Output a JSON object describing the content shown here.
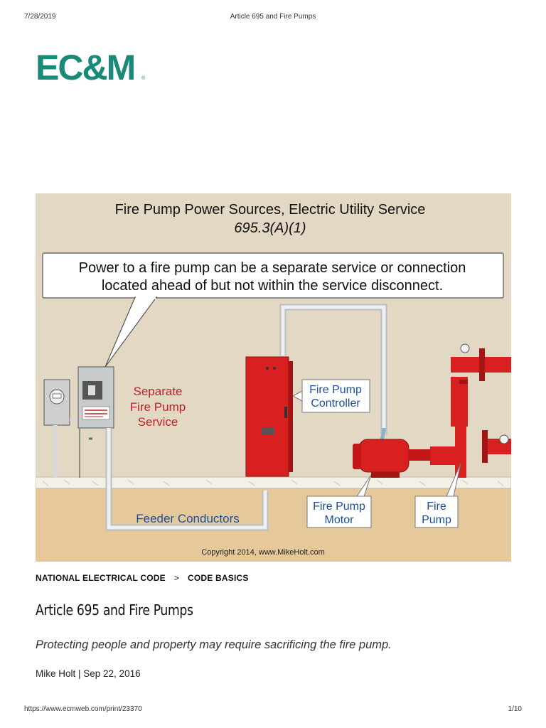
{
  "print_header": {
    "date": "7/28/2019",
    "title": "Article 695 and Fire Pumps"
  },
  "logo": {
    "text": "EC&M",
    "color": "#1a8a78"
  },
  "figure": {
    "title_line1": "Fire Pump Power Sources, Electric Utility Service",
    "title_line2": "695.3(A)(1)",
    "callout_line1": "Power to a fire pump can be a separate service or connection",
    "callout_line2": "located ahead of but not within the service disconnect.",
    "label_service": [
      "Separate",
      "Fire Pump",
      "Service"
    ],
    "label_controller": [
      "Fire Pump",
      "Controller"
    ],
    "label_motor": [
      "Fire Pump",
      "Motor"
    ],
    "label_pump": [
      "Fire",
      "Pump"
    ],
    "label_feeder": "Feeder Conductors",
    "copyright": "Copyright 2014, www.MikeHolt.com",
    "colors": {
      "wall": "#e3d8c3",
      "ground": "#e6c99a",
      "red": "#d82020",
      "label_blue": "#1a4f9c",
      "label_red": "#c0202a"
    }
  },
  "breadcrumb": {
    "item1": "NATIONAL ELECTRICAL CODE",
    "separator": ">",
    "item2": "CODE BASICS"
  },
  "article": {
    "title": "Article 695 and Fire Pumps",
    "subtitle": "Protecting people and property may require sacrificing the fire pump.",
    "byline": "Mike Holt | Sep 22, 2016"
  },
  "print_footer": {
    "url": "https://www.ecmweb.com/print/23370",
    "page": "1/10"
  }
}
